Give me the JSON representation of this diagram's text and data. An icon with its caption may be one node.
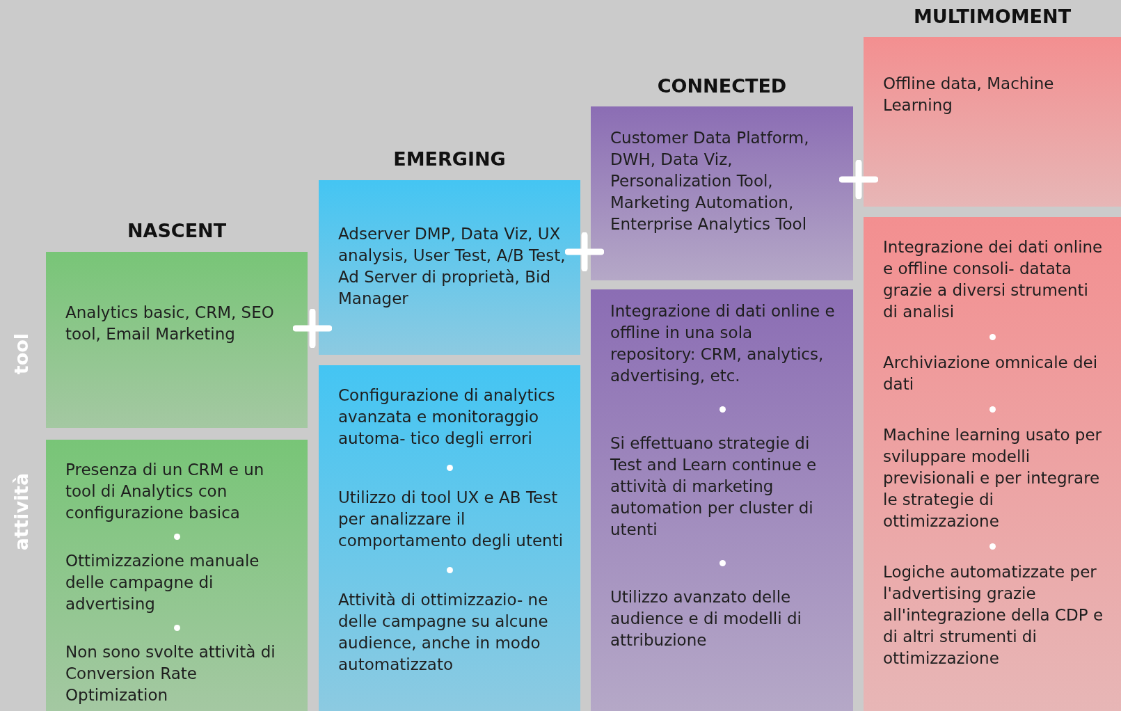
{
  "diagram": {
    "nodes": [
      {
        "text": [
          "Analytics basic, CRM, SEO tool, Email Marketing"
        ]
      },
      {
        "text": [
          "Presenza di un CRM e un tool di Analytics con configurazione basica",
          "Ottimizzazione manuale delle campagne di advertising",
          "Non sono svolte attività di Conversion Rate Optimization"
        ]
      },
      {
        "text": [
          "Adserver DMP, Data Viz, UX analysis, User Test, A/B Test, Ad Server di proprietà, Bid Manager"
        ]
      },
      {
        "text": [
          "Configurazione di analytics avanzata e monitoraggio automa- tico degli errori",
          "Utilizzo di tool UX e AB Test per analizzare il comportamento degli utenti",
          "Attività di ottimizzazio- ne delle campagne su alcune audience, anche in modo automatizzato"
        ]
      },
      {
        "text": [
          "Customer Data Platform, DWH, Data Viz, Personalization Tool, Marketing Automation, Enterprise Analytics Tool"
        ]
      },
      {
        "text": [
          "Integrazione di dati online e offline in una sola repository: CRM, analytics, advertising, etc.",
          "Si effettuano strategie di Test and Learn continue e attività di marketing automation per cluster di utenti",
          "Utilizzo avanzato delle audience e di modelli di attribuzione"
        ]
      },
      {
        "text": [
          "Offline data, Machine Learning"
        ]
      },
      {
        "text": [
          "Integrazione dei dati online e offline consoli- datata grazie a diversi strumenti di analisi",
          "Archiviazione omnicale dei dati",
          "Machine learning usato per sviluppare modelli previsionali e per integrare le strategie di ottimizzazione",
          "Logiche automatizzate per l'advertising grazie all'integrazione della CDP e di altri strumenti di ottimizzazione"
        ]
      }
    ],
    "labels": [
      "MULTIMOMENT",
      "CONNECTED",
      "EMERGING",
      "NASCENT",
      "tool",
      "attività"
    ]
  }
}
